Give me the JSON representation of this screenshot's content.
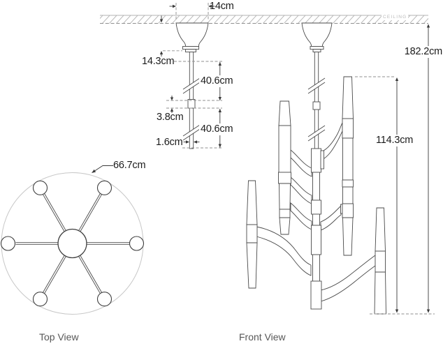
{
  "ceiling": {
    "label": "CEILING"
  },
  "views": {
    "top_view": {
      "label": "Top View"
    },
    "front_view": {
      "label": "Front View"
    }
  },
  "dimensions": {
    "canopy_width": "14cm",
    "canopy_height": "14.3cm",
    "upper_rod_segment": "40.6cm",
    "rod_coupler": "3.8cm",
    "lower_rod_segment": "40.6cm",
    "rod_diameter": "1.6cm",
    "fixture_diameter": "66.7cm",
    "overall_height": "182.2cm",
    "body_height": "114.3cm"
  },
  "colors": {
    "background": "#ffffff",
    "outline": "#4a4a4a",
    "dimension": "#3a3a3a",
    "dashed_extension": "#8f8f8f",
    "ceiling_hatch": "#b3b3b3",
    "ceiling_text": "#b9b9b9",
    "view_label_text": "#575757",
    "label_text": "#1b1b1b"
  }
}
